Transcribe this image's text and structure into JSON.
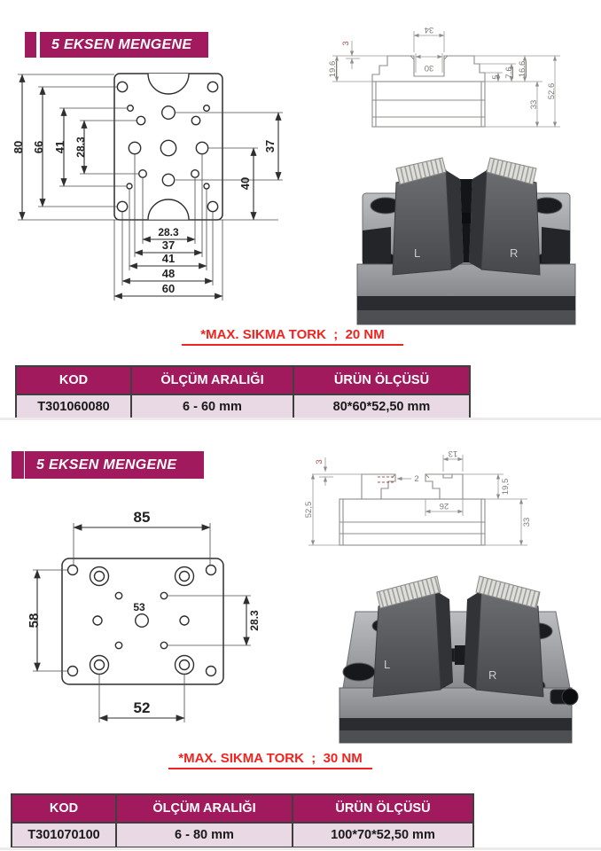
{
  "colors": {
    "accent": "#A21A5E",
    "row_bg": "#E9D9E4",
    "note_red": "#EE2420"
  },
  "s1": {
    "badge": "5 EKSEN MENGENE",
    "note": "*MAX. SIKMA TORK  ;  20 NM",
    "top": {
      "d80": "80",
      "d66": "66",
      "d41l": "41",
      "d283l": "28.3",
      "d37r": "37",
      "d40": "40",
      "b283": "28.3",
      "b37": "37",
      "b41": "41",
      "b48": "48",
      "b60": "60"
    },
    "side": {
      "d34": "34",
      "d30": "30",
      "d3": "3",
      "d196": "19.6",
      "d5": "5",
      "d76": "7.6",
      "d166": "16.6",
      "d33": "33",
      "d526": "52.6"
    },
    "photo": {
      "left_jaw": "L",
      "right_jaw": "R"
    },
    "table": {
      "h_kod": "KOD",
      "h_range": "ÖLÇÜM ARALIĞI",
      "h_size": "ÜRÜN ÖLÇÜSÜ",
      "kod": "T301060080",
      "range": "6 - 60 mm",
      "size": "80*60*52,50 mm"
    }
  },
  "s2": {
    "badge": "5 EKSEN MENGENE",
    "note": "*MAX. SIKMA TORK  ;  30 NM",
    "top": {
      "d85": "85",
      "d58": "58",
      "d53": "53",
      "d283": "28.3",
      "d52": "52"
    },
    "side": {
      "d3": "3",
      "d2": "2",
      "d13": "13",
      "d195": "19,5",
      "d26": "26",
      "d525": "52,5",
      "d33": "33"
    },
    "photo": {
      "left_jaw": "L",
      "right_jaw": "R"
    },
    "table": {
      "h_kod": "KOD",
      "h_range": "ÖLÇÜM ARALIĞI",
      "h_size": "ÜRÜN ÖLÇÜSÜ",
      "kod": "T301070100",
      "range": "6 - 80 mm",
      "size": "100*70*52,50 mm"
    }
  }
}
